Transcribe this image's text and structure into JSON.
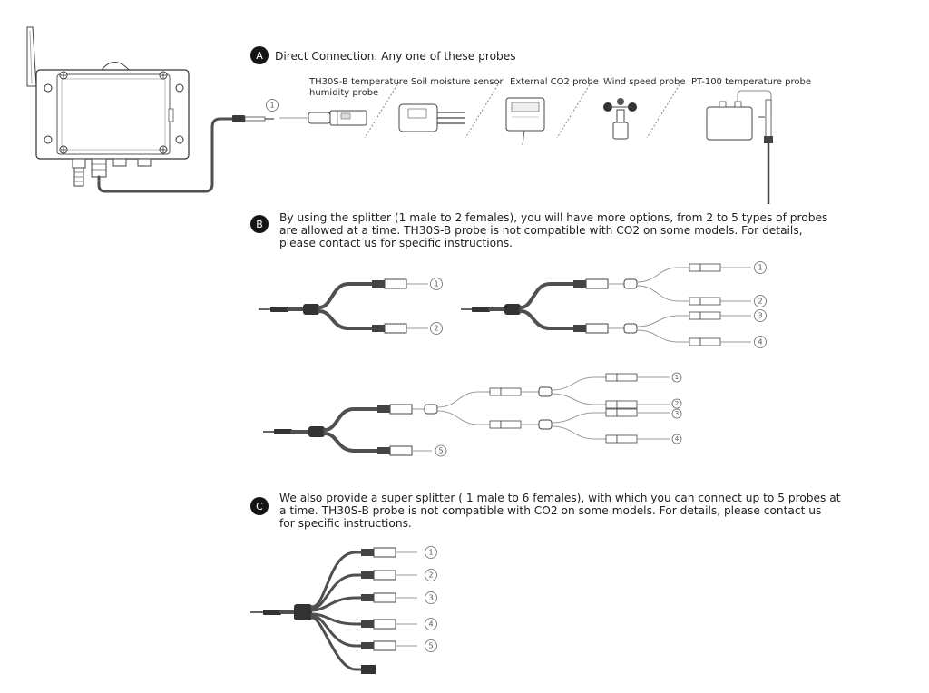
{
  "sections": {
    "a": {
      "badge": "A",
      "title": "Direct Connection. Any one of these probes",
      "port_number": "1",
      "probes": [
        {
          "label_line1": "TH30S-B temperature",
          "label_line2": "humidity probe"
        },
        {
          "label_line1": "Soil moisture sensor",
          "label_line2": ""
        },
        {
          "label_line1": "External CO2 probe",
          "label_line2": ""
        },
        {
          "label_line1": "Wind speed probe",
          "label_line2": ""
        },
        {
          "label_line1": "PT-100 temperature probe",
          "label_line2": ""
        }
      ]
    },
    "b": {
      "badge": "B",
      "text_lines": [
        "By using the splitter (1 male to 2 females), you will have more options, from 2 to 5 types of probes",
        "are allowed at a time. TH30S-B probe is not compatible with CO2 on some models. For details,",
        "please contact us for specific instructions."
      ],
      "diagram1_numbers": [
        "1",
        "2"
      ],
      "diagram2_numbers": [
        "1",
        "2",
        "3",
        "4"
      ],
      "diagram3_numbers": [
        "1",
        "2",
        "3",
        "4",
        "5"
      ]
    },
    "c": {
      "badge": "C",
      "text_lines": [
        "We also provide a super splitter ( 1 male to 6 females), with which you can connect up to 5 probes at",
        "a time. TH30S-B probe is not compatible with CO2 on some models. For details, please contact us",
        "for specific instructions."
      ],
      "numbers": [
        "1",
        "2",
        "3",
        "4",
        "5"
      ]
    }
  }
}
